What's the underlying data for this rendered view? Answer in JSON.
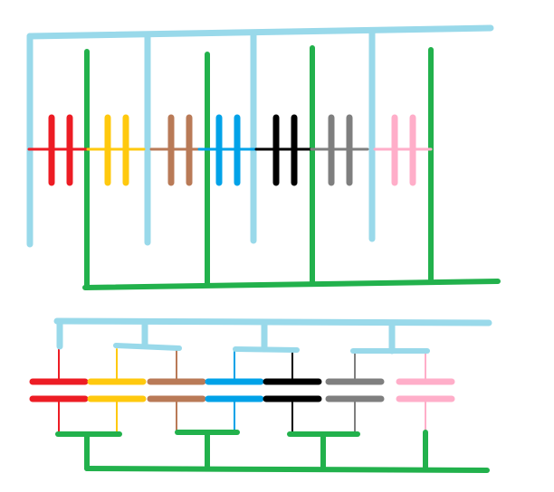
{
  "wire_colors": {
    "top_rail": "#99d9ea",
    "bottom_rail": "#22b14c"
  },
  "capacitors": [
    {
      "name": "red",
      "color": "#ed1c24"
    },
    {
      "name": "yellow",
      "color": "#ffc90e"
    },
    {
      "name": "brown",
      "color": "#b97a57"
    },
    {
      "name": "blue",
      "color": "#00a2e8"
    },
    {
      "name": "black",
      "color": "#000000"
    },
    {
      "name": "gray",
      "color": "#7f7f7f"
    },
    {
      "name": "pink",
      "color": "#ffaec9"
    }
  ]
}
